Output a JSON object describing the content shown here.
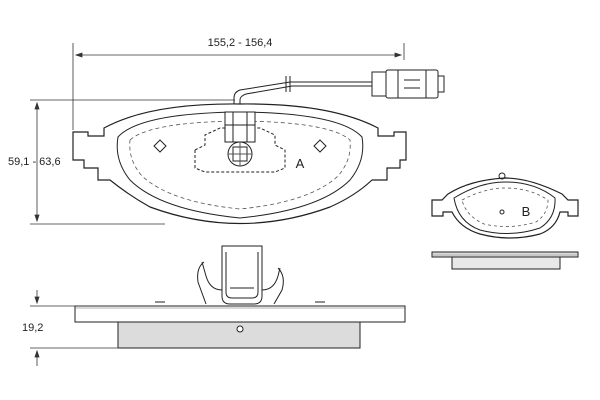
{
  "dimensions": {
    "width": "155,2 - 156,4",
    "height": "59,1 - 63,6",
    "thickness": "19,2"
  },
  "pad_labels": {
    "main": "A",
    "secondary": "B"
  },
  "colors": {
    "line": "#222222",
    "backing_plate": "#dcdcdc",
    "friction_pad": "#e8e8e8",
    "background": "#ffffff"
  }
}
